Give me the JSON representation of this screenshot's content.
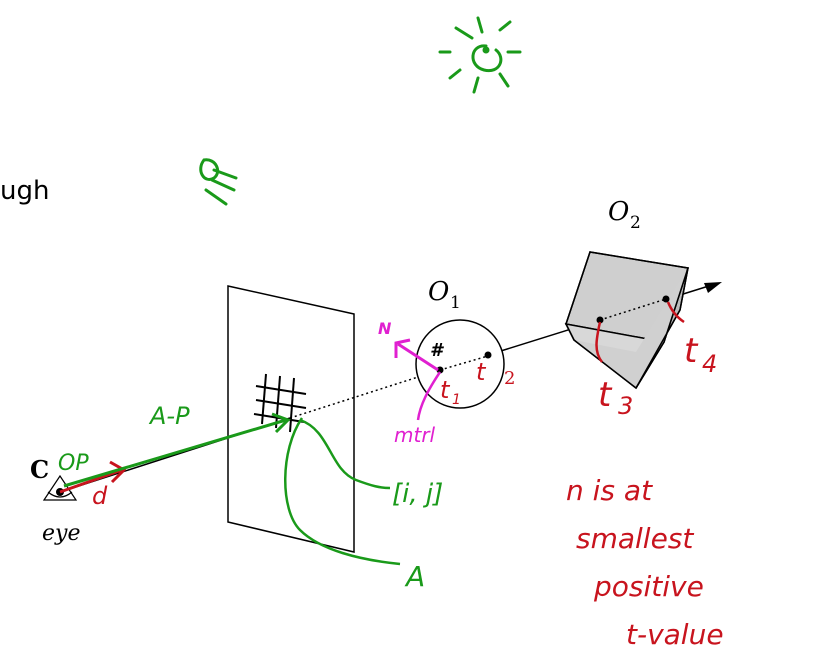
{
  "slide": {
    "partial_text": "ugh"
  },
  "labels": {
    "camera": "C",
    "eye": "eye",
    "object1": "O",
    "object1_sub": "1",
    "object2": "O",
    "object2_sub": "2"
  },
  "annotations": {
    "op": "OP",
    "d": "d",
    "a_minus_p": "A-P",
    "pixel_index": "[i, j]",
    "a": "A",
    "normal": "N",
    "hash": "#",
    "material": "mtrl",
    "t1": "t",
    "t1_sub": "1",
    "t2": "t",
    "t2_sub": "2",
    "t3": "t",
    "t3_sub": "3",
    "t4": "t",
    "t4_sub": "4",
    "note_line1": "n is at",
    "note_line2": "smallest",
    "note_line3": "positive",
    "note_line4": "t-value"
  },
  "colors": {
    "green": "#1a9a1a",
    "red": "#c8141e",
    "magenta": "#e020d0",
    "black": "#000000",
    "box_fill": "#cfcfcf"
  }
}
